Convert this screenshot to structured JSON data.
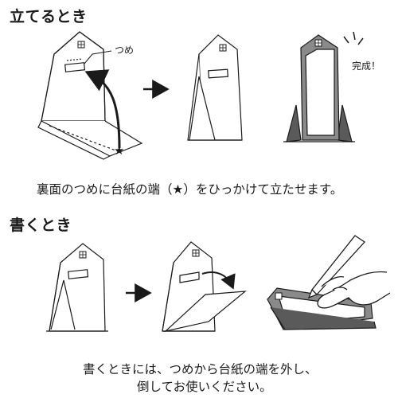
{
  "section1": {
    "title": "立てるとき",
    "label_tab": "つめ",
    "label_done": "完成！",
    "caption": "裏面のつめに台紙の端（★）をひっかけて立たせます。",
    "star_symbol": "★",
    "arrow_symbol": "→"
  },
  "section2": {
    "title": "書くとき",
    "caption_line1": "書くときには、つめから台紙の端を外し、",
    "caption_line2": "倒してお使いください。",
    "arrow_symbol": "→"
  },
  "colors": {
    "line": "#1a1a1a",
    "panel_gray": "#8a8a8a",
    "dark_gray": "#5a5a5a"
  }
}
